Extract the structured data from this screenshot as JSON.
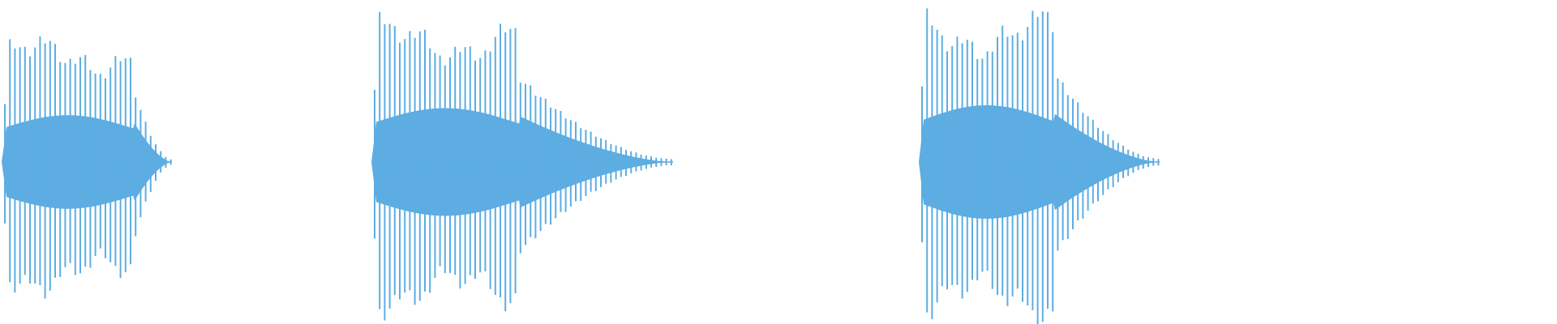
{
  "waveform": {
    "color": "#5DADE2",
    "background": "#FFFFFF",
    "sound_events": [
      {
        "id": "sound-1",
        "attack": "sharp",
        "decay": "short"
      },
      {
        "id": "sound-2",
        "attack": "sharp",
        "decay": "long"
      },
      {
        "id": "sound-3",
        "attack": "sharp",
        "decay": "medium"
      }
    ]
  }
}
